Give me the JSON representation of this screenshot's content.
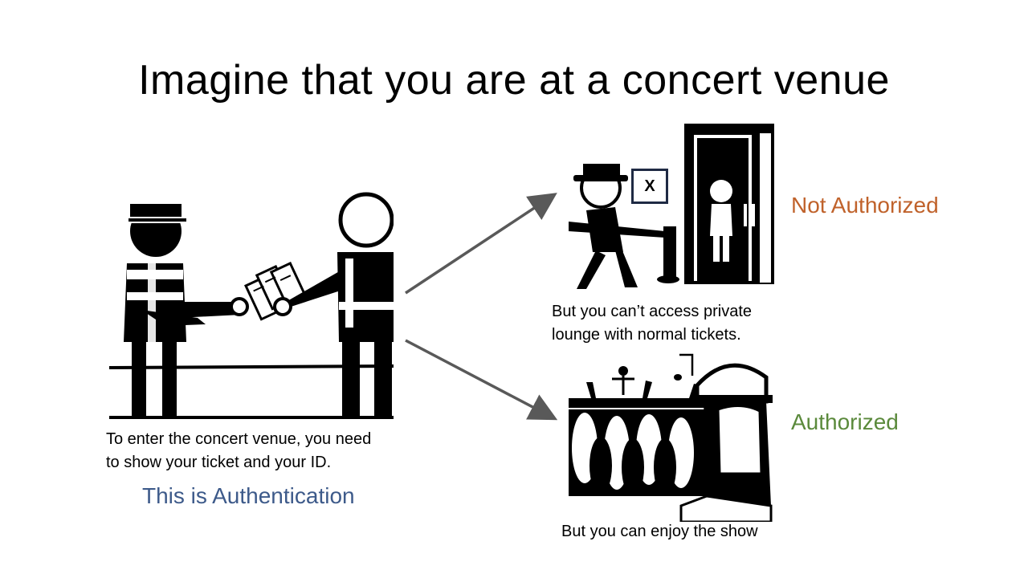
{
  "slide": {
    "title": "Imagine that you are at a concert venue",
    "left": {
      "caption_line1": "To enter the concert venue, you need",
      "caption_line2": "to show your ticket and your ID.",
      "concept": "This is Authentication"
    },
    "top_right": {
      "box_mark": "X",
      "caption_line1": "But you can’t access private",
      "caption_line2": "lounge with normal tickets.",
      "status": "Not Authorized"
    },
    "bottom_right": {
      "caption": "But you can enjoy the show",
      "status": "Authorized"
    }
  },
  "colors": {
    "authentication": "#3d5a8a",
    "not_authorized": "#c0622b",
    "authorized": "#5b8a3c",
    "arrow": "#595959"
  },
  "icons": [
    "ticket-exchange-illustration",
    "private-lounge-illustration",
    "concert-crowd-illustration",
    "arrow-up-right-icon",
    "arrow-down-right-icon"
  ]
}
